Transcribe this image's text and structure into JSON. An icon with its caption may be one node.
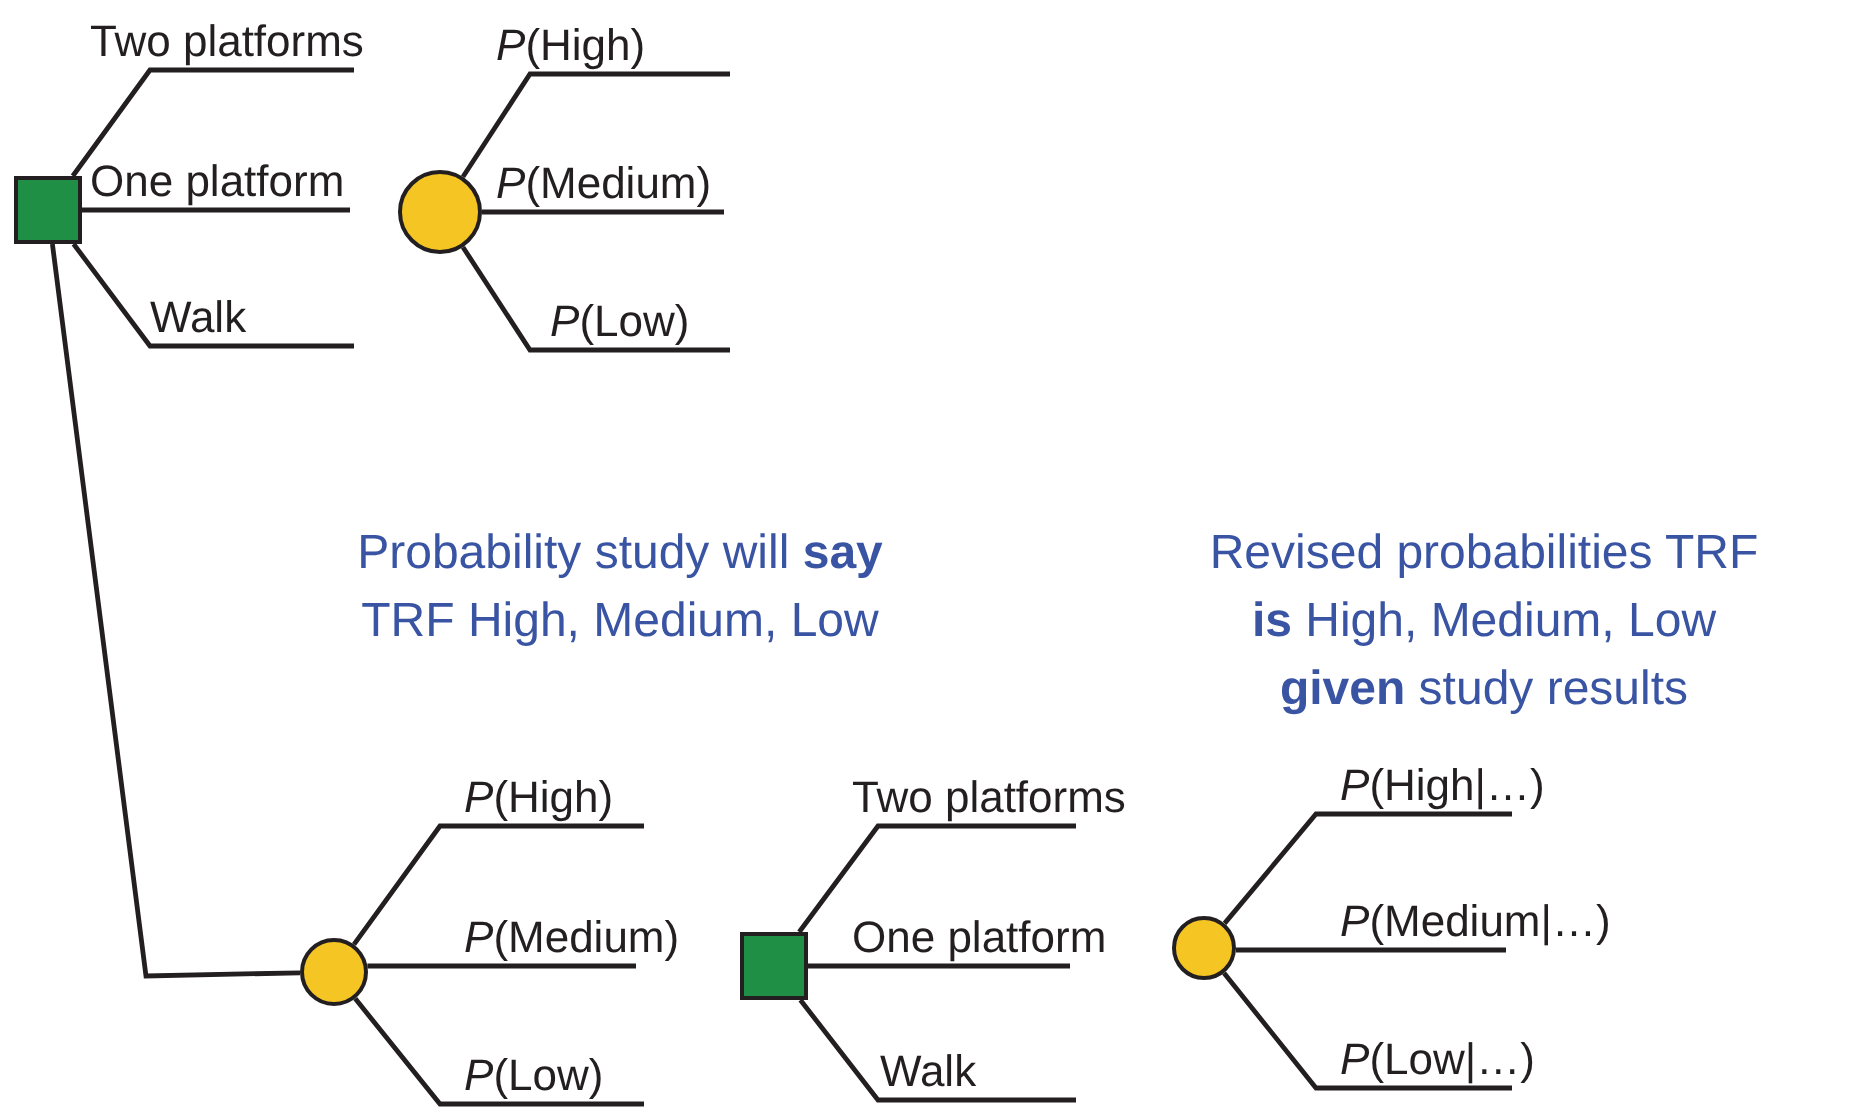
{
  "diagram": {
    "nodes": [
      {
        "text": [],
        "shape": "box"
      },
      {
        "text": [
          "Two platforms"
        ]
      },
      {
        "text": [
          "One platform"
        ]
      },
      {
        "text": [
          "Walk"
        ]
      },
      {
        "text": [],
        "shape": "circle"
      },
      {
        "text": [
          "*P*(High)"
        ]
      },
      {
        "text": [
          "*P*(Medium)"
        ]
      },
      {
        "text": [
          "*P*(Low)"
        ]
      },
      {
        "text": [],
        "shape": "circle"
      },
      {
        "text": [
          "*P*(High)"
        ]
      },
      {
        "text": [
          "*P*(Medium)"
        ]
      },
      {
        "text": [
          "*P*(Low)"
        ]
      },
      {
        "text": [],
        "shape": "box"
      },
      {
        "text": [
          "Two platforms"
        ]
      },
      {
        "text": [
          "One platform"
        ]
      },
      {
        "text": [
          "Walk"
        ]
      },
      {
        "text": [],
        "shape": "circle"
      },
      {
        "text": [
          "*P*(High|…)"
        ]
      },
      {
        "text": [
          "*P*(Medium|…)"
        ]
      },
      {
        "text": [
          "*P*(Low|…)"
        ]
      }
    ],
    "edges": [
      {
        "from": 0,
        "to": 1,
        "arrow": "none"
      },
      {
        "from": 0,
        "to": 2,
        "arrow": "none"
      },
      {
        "from": 0,
        "to": 3,
        "arrow": "none"
      },
      {
        "from": 4,
        "to": 5,
        "arrow": "none"
      },
      {
        "from": 4,
        "to": 6,
        "arrow": "none"
      },
      {
        "from": 4,
        "to": 7,
        "arrow": "none"
      },
      {
        "from": 0,
        "to": 8,
        "arrow": "none"
      },
      {
        "from": 8,
        "to": 9,
        "arrow": "none"
      },
      {
        "from": 8,
        "to": 10,
        "arrow": "none"
      },
      {
        "from": 8,
        "to": 11,
        "arrow": "none"
      },
      {
        "from": 12,
        "to": 13,
        "arrow": "none"
      },
      {
        "from": 12,
        "to": 14,
        "arrow": "none"
      },
      {
        "from": 12,
        "to": 15,
        "arrow": "none"
      },
      {
        "from": 16,
        "to": 17,
        "arrow": "none"
      },
      {
        "from": 16,
        "to": 18,
        "arrow": "none"
      },
      {
        "from": 16,
        "to": 19,
        "arrow": "none"
      }
    ],
    "labels": [
      "Probability study will **say** TRF High, Medium, Low",
      "Revised probabilities TRF **is** High, Medium, Low **given** study results"
    ]
  }
}
